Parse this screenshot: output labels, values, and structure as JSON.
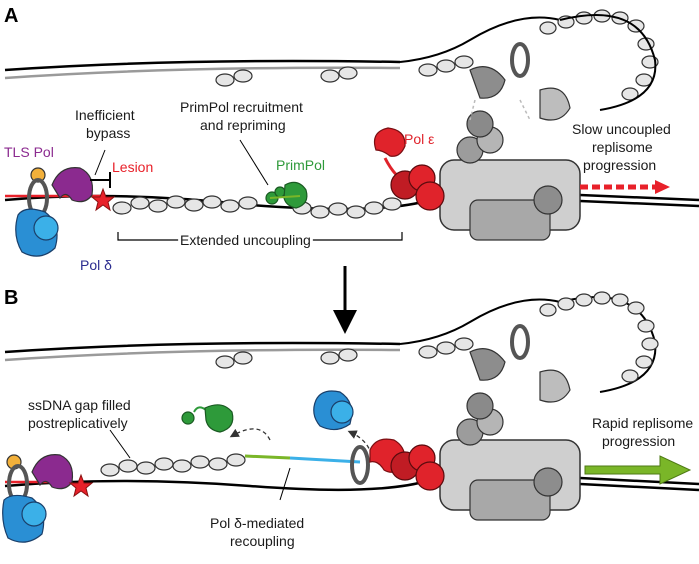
{
  "panels": {
    "a": {
      "letter": "A",
      "labels": {
        "inefficient_bypass_l1": "Inefficient",
        "inefficient_bypass_l2": "bypass",
        "tls_pol": "TLS Pol",
        "lesion": "Lesion",
        "primpol_recruitment_l1": "PrimPol recruitment",
        "primpol_recruitment_l2": "and repriming",
        "primpol": "PrimPol",
        "pol_epsilon": "Pol ε",
        "slow_l1": "Slow uncoupled",
        "slow_l2": "replisome",
        "slow_l3": "progression",
        "extended_uncoupling": "Extended uncoupling",
        "pol_delta": "Pol δ"
      }
    },
    "b": {
      "letter": "B",
      "labels": {
        "ssdna_gap_l1": "ssDNA gap filled",
        "ssdna_gap_l2": "postreplicatively",
        "rapid_l1": "Rapid replisome",
        "rapid_l2": "progression",
        "pol_delta_mediated_l1": "Pol δ-mediated",
        "pol_delta_mediated_l2": "recoupling"
      }
    }
  },
  "colors": {
    "lesion_red": "#e8212a",
    "tls_purple": "#8b2a8f",
    "primpol_green": "#2e9a3a",
    "pol_epsilon_red": "#e0232b",
    "pol_delta_blue": "#2a8fd4",
    "arrow_green": "#7ab628",
    "pol_delta_label": "#2b2c8f"
  }
}
